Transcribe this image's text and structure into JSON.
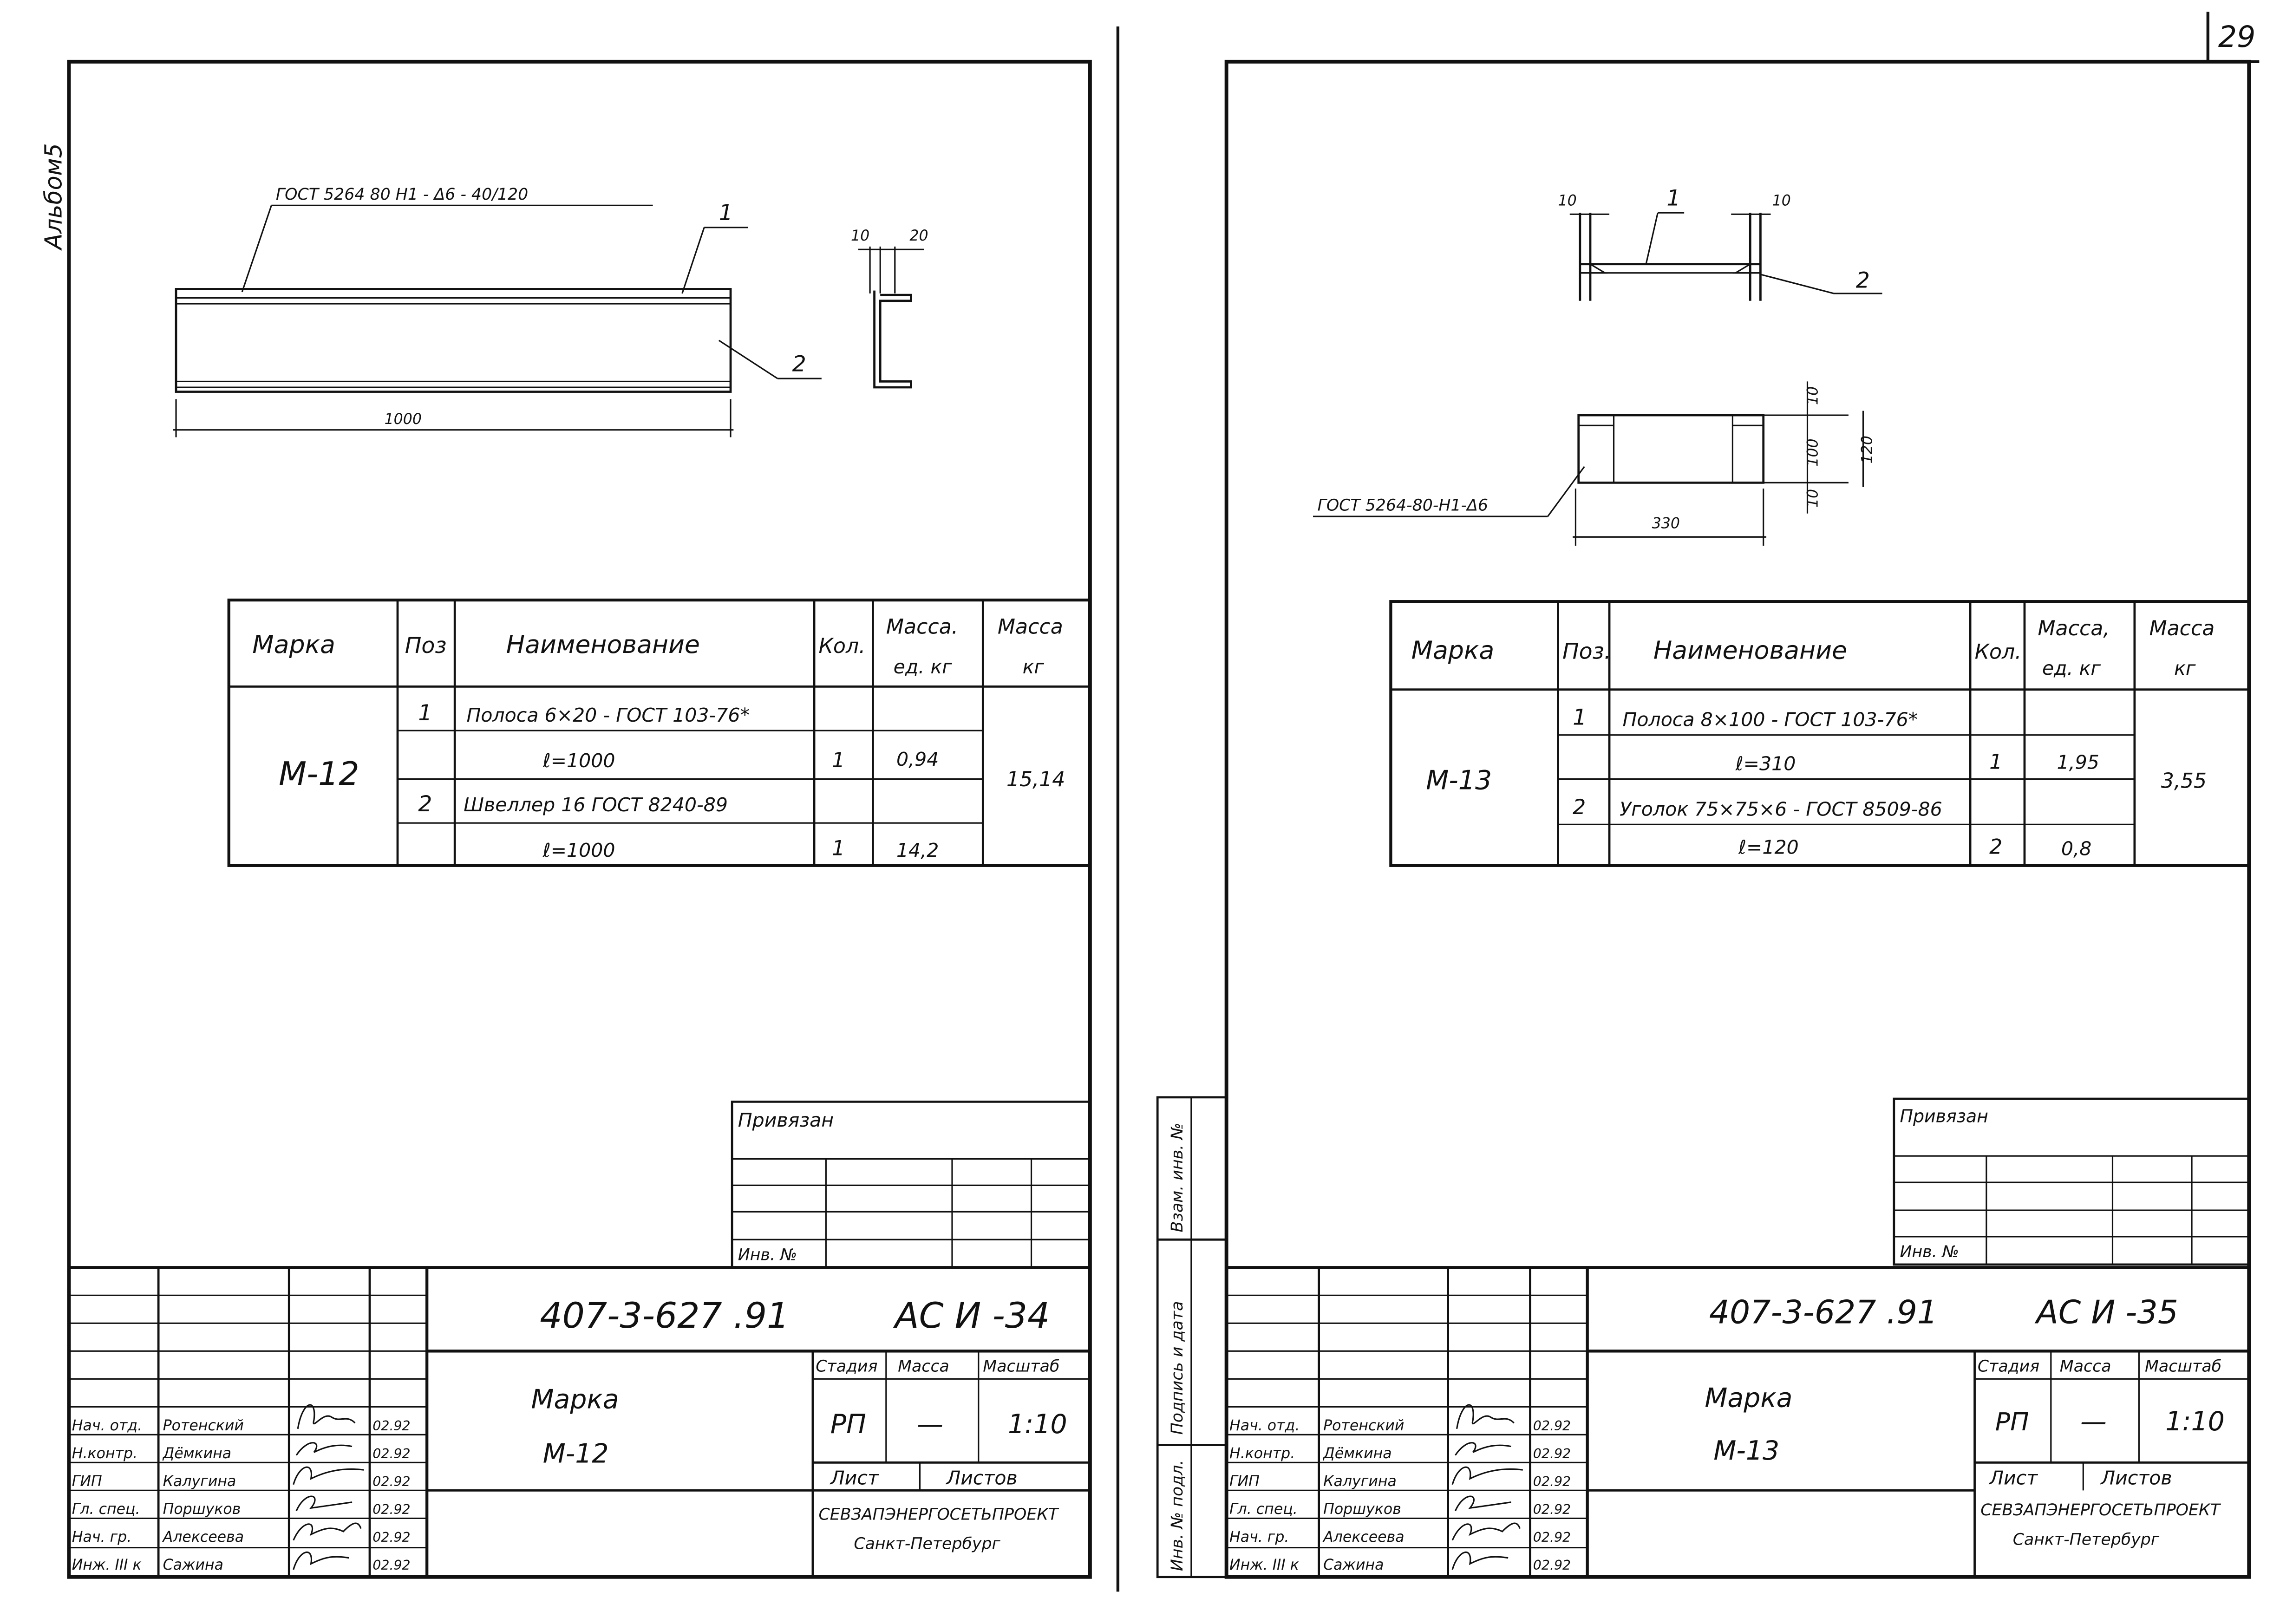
{
  "page_number": "29",
  "album_label": "Альбом5",
  "left": {
    "drawing": {
      "plate_spec_label": "ГОСТ 5264 80 Н1 - Δ6 - 40/120",
      "callout_1": "1",
      "callout_2": "2",
      "length_dim": "1000",
      "section_dim_a": "10",
      "section_dim_b": "20"
    },
    "spec": {
      "headers": {
        "mark": "Марка",
        "pos": "Поз",
        "name": "Наименование",
        "qty": "Кол.",
        "unit_mass_1": "Масса.",
        "unit_mass_2": "ед. кг",
        "mass_1": "Масса",
        "mass_2": "кг"
      },
      "mark": "М-12",
      "rows": [
        {
          "pos": "1",
          "name": "Полоса 6×20 - ГОСТ 103-76*",
          "qty": "",
          "unit_mass": ""
        },
        {
          "pos": "",
          "name": "ℓ=1000",
          "qty": "1",
          "unit_mass": "0,94"
        },
        {
          "pos": "2",
          "name": "Швеллер 16 ГОСТ 8240-89",
          "qty": "",
          "unit_mass": ""
        },
        {
          "pos": "",
          "name": "ℓ=1000",
          "qty": "1",
          "unit_mass": "14,2"
        }
      ],
      "total_mass": "15,14"
    },
    "binding": {
      "privyazan": "Привязан",
      "inv_no": "Инв. №"
    },
    "stamp": {
      "doc_code": "407-3-627 .91",
      "sheet_code": "АС И -34",
      "title_1": "Марка",
      "title_2": "М-12",
      "stage_label": "Стадия",
      "mass_label": "Масса",
      "scale_label": "Масштаб",
      "stage": "РП",
      "mass": "—",
      "scale": "1:10",
      "sheet_label": "Лист",
      "sheets_label": "Листов",
      "org_1": "СЕВЗАПЭНЕРГОСЕТЬПРОЕКТ",
      "org_2": "Санкт-Петербург",
      "signers": [
        {
          "role": "Нач. отд.",
          "name": "Ротенский",
          "date": "02.92"
        },
        {
          "role": "Н.контр.",
          "name": "Дёмкина",
          "date": "02.92"
        },
        {
          "role": "ГИП",
          "name": "Калугина",
          "date": "02.92"
        },
        {
          "role": "Гл. спец.",
          "name": "Поршуков",
          "date": "02.92"
        },
        {
          "role": "Нач. гр.",
          "name": "Алексеева",
          "date": "02.92"
        },
        {
          "role": "Инж. III к",
          "name": "Сажина",
          "date": "02.92"
        }
      ]
    }
  },
  "right": {
    "drawing": {
      "top_dim_left": "10",
      "top_dim_right": "10",
      "callout_1": "1",
      "callout_2": "2",
      "side_dim_1": "10",
      "side_dim_2": "100",
      "side_dim_3": "10",
      "side_dim_total": "120",
      "width_dim": "330",
      "weld_label": "ГОСТ 5264-80-Н1-Δ6"
    },
    "spec": {
      "headers": {
        "mark": "Марка",
        "pos": "Поз.",
        "name": "Наименование",
        "qty": "Кол.",
        "unit_mass_1": "Масса,",
        "unit_mass_2": "ед. кг",
        "mass_1": "Масса",
        "mass_2": "кг"
      },
      "mark": "М-13",
      "rows": [
        {
          "pos": "1",
          "name": "Полоса 8×100 - ГОСТ 103-76*",
          "qty": "",
          "unit_mass": ""
        },
        {
          "pos": "",
          "name": "ℓ=310",
          "qty": "1",
          "unit_mass": "1,95"
        },
        {
          "pos": "2",
          "name": "Уголок 75×75×6 - ГОСТ 8509-86",
          "qty": "",
          "unit_mass": ""
        },
        {
          "pos": "",
          "name": "ℓ=120",
          "qty": "2",
          "unit_mass": "0,8"
        }
      ],
      "total_mass": "3,55"
    },
    "binding": {
      "privyazan": "Привязан",
      "inv_no": "Инв. №"
    },
    "side_stamp": {
      "c1": "Взам. инв. №",
      "c2": "Подпись и дата",
      "c3": "Инв. № подл."
    },
    "stamp": {
      "doc_code": "407-3-627 .91",
      "sheet_code": "АС И -35",
      "title_1": "Марка",
      "title_2": "М-13",
      "stage_label": "Стадия",
      "mass_label": "Масса",
      "scale_label": "Масштаб",
      "stage": "РП",
      "mass": "—",
      "scale": "1:10",
      "sheet_label": "Лист",
      "sheets_label": "Листов",
      "org_1": "СЕВЗАПЭНЕРГОСЕТЬПРОЕКТ",
      "org_2": "Санкт-Петербург",
      "signers": [
        {
          "role": "Нач. отд.",
          "name": "Ротенский",
          "date": "02.92"
        },
        {
          "role": "Н.контр.",
          "name": "Дёмкина",
          "date": "02.92"
        },
        {
          "role": "ГИП",
          "name": "Калугина",
          "date": "02.92"
        },
        {
          "role": "Гл. спец.",
          "name": "Поршуков",
          "date": "02.92"
        },
        {
          "role": "Нач. гр.",
          "name": "Алексеева",
          "date": "02.92"
        },
        {
          "role": "Инж. III к",
          "name": "Сажина",
          "date": "02.92"
        }
      ]
    }
  }
}
